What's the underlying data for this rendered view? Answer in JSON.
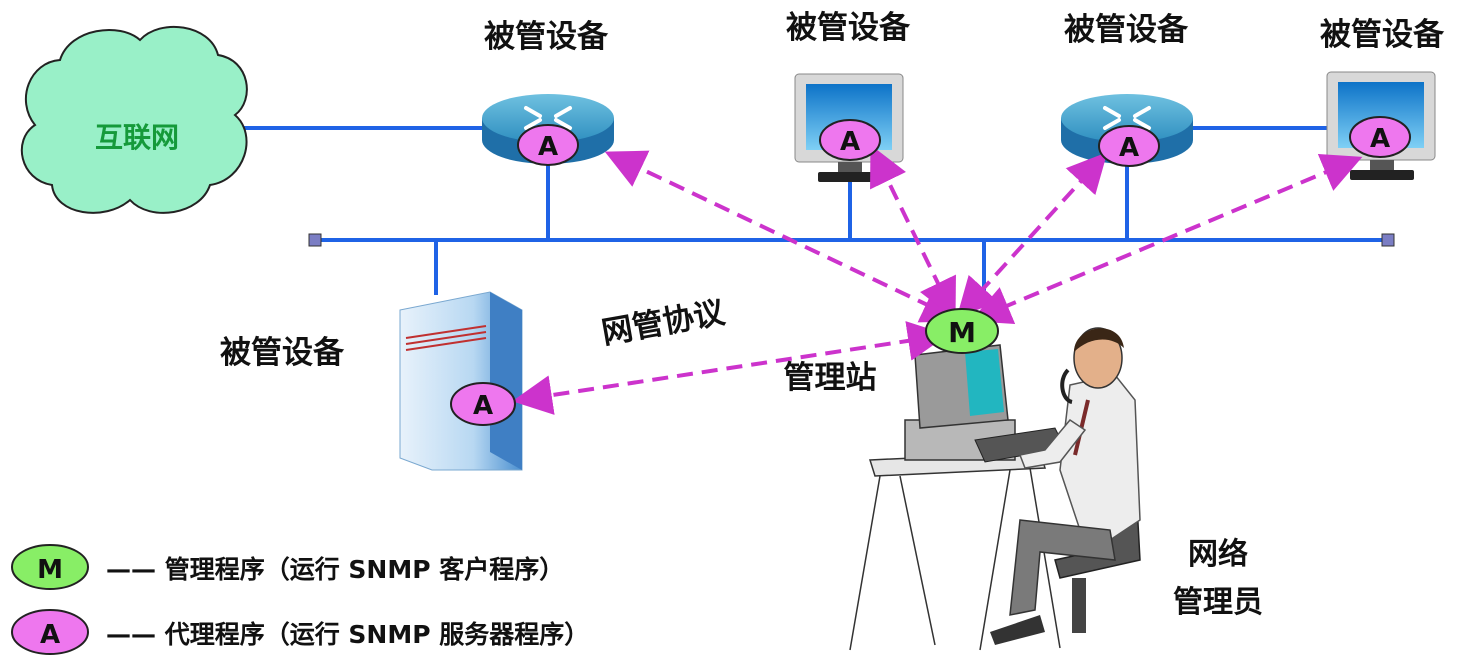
{
  "labels": {
    "internet": "互联网",
    "managed_device": "被管设备",
    "protocol": "网管协议",
    "station": "管理站",
    "admin_line1": "网络",
    "admin_line2": "管理员"
  },
  "badges": {
    "manager": "M",
    "agent": "A"
  },
  "legend": {
    "manager_text": "—— 管理程序（运行 SNMP 客户程序）",
    "agent_text": "—— 代理程序（运行 SNMP 服务器程序）"
  },
  "colors": {
    "bus": "#1f63e6",
    "dashed": "#cc33cc",
    "agent_fill": "#ee77ee",
    "manager_fill": "#88ee66",
    "cloud_fill": "#99f0c8",
    "internet_text": "#159a3a"
  }
}
